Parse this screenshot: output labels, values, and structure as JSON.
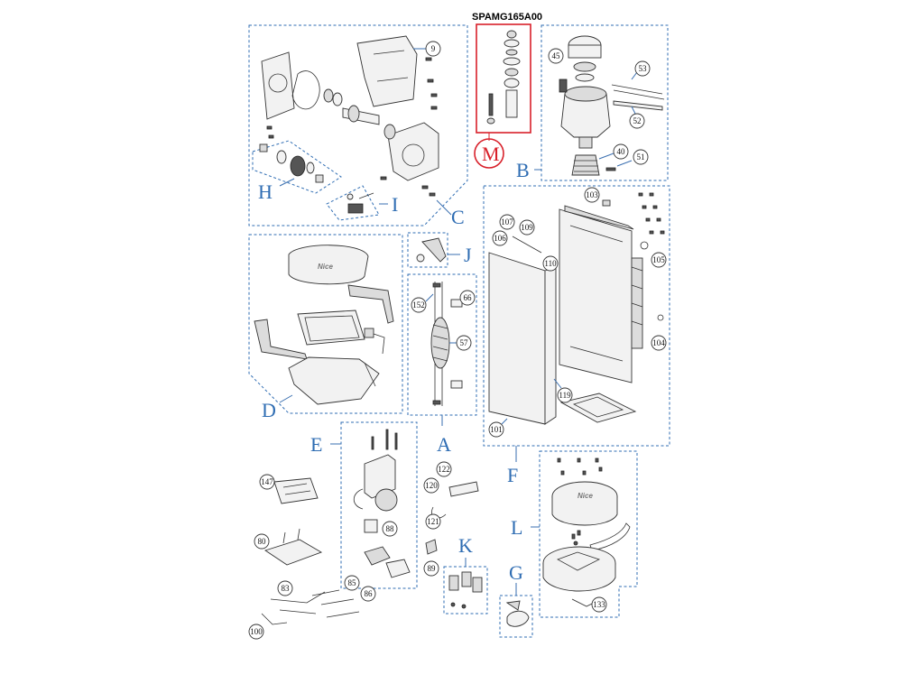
{
  "part_code": "SPAMG165A00",
  "logo_text": "Nice",
  "groups": [
    {
      "id": "C",
      "label": "C"
    },
    {
      "id": "H",
      "label": "H"
    },
    {
      "id": "I",
      "label": "I"
    },
    {
      "id": "M",
      "label": "M"
    },
    {
      "id": "B",
      "label": "B"
    },
    {
      "id": "D",
      "label": "D"
    },
    {
      "id": "J",
      "label": "J"
    },
    {
      "id": "A",
      "label": "A"
    },
    {
      "id": "F",
      "label": "F"
    },
    {
      "id": "E",
      "label": "E"
    },
    {
      "id": "K",
      "label": "K"
    },
    {
      "id": "G",
      "label": "G"
    },
    {
      "id": "L",
      "label": "L"
    }
  ],
  "callouts": [
    "9",
    "45",
    "53",
    "52",
    "40",
    "51",
    "103",
    "107",
    "109",
    "106",
    "110",
    "105",
    "104",
    "66",
    "152",
    "57",
    "119",
    "101",
    "122",
    "120",
    "121",
    "89",
    "88",
    "147",
    "80",
    "83",
    "85",
    "86",
    "100",
    "133"
  ]
}
